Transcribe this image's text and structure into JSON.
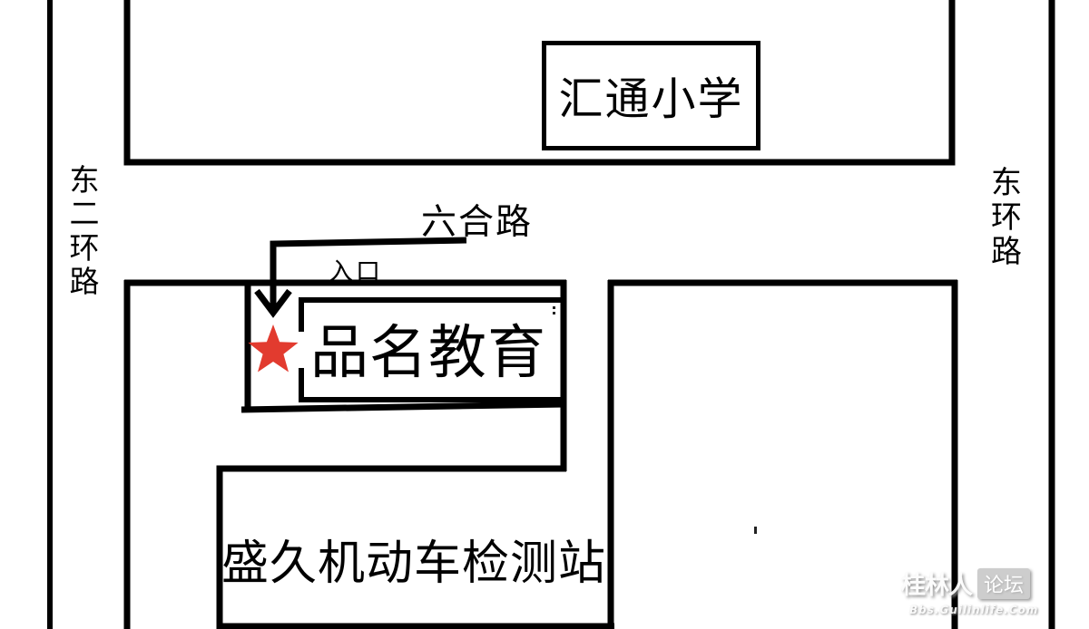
{
  "page": {
    "background": "#ffffff",
    "ink": "#000000"
  },
  "school": {
    "name": "汇通小学"
  },
  "roads": {
    "left_vertical": "东二环路",
    "right_vertical": "东环路",
    "horizontal": "六合路"
  },
  "entrance": {
    "label": "入口"
  },
  "poi": {
    "name": "品名教育",
    "marker": "red-star",
    "marker_color": "#e23b2f"
  },
  "inspection_station": {
    "name": "盛久机动车检测站"
  },
  "watermark": {
    "brand": "桂林人",
    "badge": "论坛",
    "url": "Bbs.Guilinlife.Com"
  }
}
